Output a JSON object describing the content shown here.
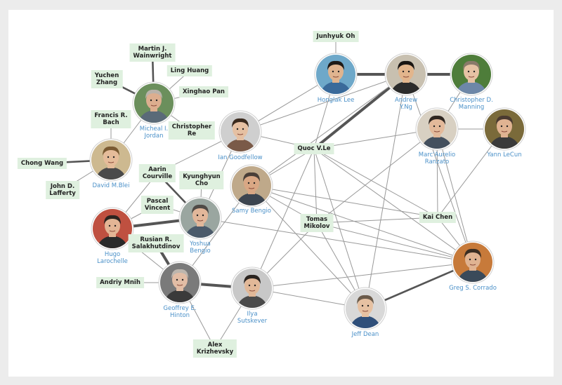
{
  "people": [
    {
      "id": "honglak",
      "name": "Honglak Lee",
      "skin": "#e0b48f",
      "hair": "#1e1a17",
      "bg": "#6ea8c9",
      "shirt": "#3a6a9a"
    },
    {
      "id": "ng",
      "name": "Andrew\nY.Ng",
      "skin": "#e2b58c",
      "hair": "#191512",
      "bg": "#c8c0b0",
      "shirt": "#2b2b2b"
    },
    {
      "id": "manning",
      "name": "Christopher D.\nManning",
      "skin": "#e6c2a4",
      "hair": "#8a7a6a",
      "bg": "#4e7d3a",
      "shirt": "#6d87a8"
    },
    {
      "id": "jordan",
      "name": "Micheal I.\nJordan",
      "skin": "#dcae8f",
      "hair": "#b9b3aa",
      "bg": "#6b8f5c",
      "shirt": "#5a6a78"
    },
    {
      "id": "goodfellow",
      "name": "Ian Goodfellow",
      "skin": "#e5c0a2",
      "hair": "#3a2a1e",
      "bg": "#cfcfcf",
      "shirt": "#7a5a48"
    },
    {
      "id": "ranzato",
      "name": "Marc'Aurelio\nRanzato",
      "skin": "#e3b99a",
      "hair": "#2f2620",
      "bg": "#d8d0c2",
      "shirt": "#44505e"
    },
    {
      "id": "lecun",
      "name": "Yann LeCun",
      "skin": "#e0b392",
      "hair": "#4a3a30",
      "bg": "#7a6a3a",
      "shirt": "#3a3a3a"
    },
    {
      "id": "blei",
      "name": "David M.Blei",
      "skin": "#e5bc9a",
      "hair": "#7a5a32",
      "bg": "#cdb990",
      "shirt": "#4a4a4a"
    },
    {
      "id": "samy",
      "name": "Samy Bengio",
      "skin": "#d9a784",
      "hair": "#4a3f38",
      "bg": "#bfa98a",
      "shirt": "#3c4550"
    },
    {
      "id": "yoshua",
      "name": "Yoshua\nBengio",
      "skin": "#e2b79a",
      "hair": "#4f4a46",
      "bg": "#9aa6a0",
      "shirt": "#4b5a6a"
    },
    {
      "id": "larochelle",
      "name": "Hugo\nLarochelle",
      "skin": "#e3b595",
      "hair": "#2c2420",
      "bg": "#bf5040",
      "shirt": "#2a2a2a"
    },
    {
      "id": "corrado",
      "name": "Greg S. Corrado",
      "skin": "#e0b391",
      "hair": "#3a2d22",
      "bg": "#c77a3a",
      "shirt": "#3a4a5a"
    },
    {
      "id": "hinton",
      "name": "Geoffrey E.\nHinton",
      "skin": "#e2bda5",
      "hair": "#bdb6ae",
      "bg": "#7a7a7a",
      "shirt": "#3a3a3a"
    },
    {
      "id": "sutskever",
      "name": "Ilya\nSutskever",
      "skin": "#e1b898",
      "hair": "#2a2420",
      "bg": "#c8c8c8",
      "shirt": "#4a4a4a"
    },
    {
      "id": "dean",
      "name": "Jeff Dean",
      "skin": "#e6c1a2",
      "hair": "#6a5a4a",
      "bg": "#d8d8d8",
      "shirt": "#2f4f7a"
    }
  ],
  "tags": [
    {
      "id": "junhyuk",
      "label": "Junhyuk Oh"
    },
    {
      "id": "wainwright",
      "label": "Martin J.\nWainwright"
    },
    {
      "id": "zhang",
      "label": "Yuchen\nZhang"
    },
    {
      "id": "lhuang",
      "label": "Ling Huang"
    },
    {
      "id": "xpan",
      "label": "Xinghao Pan"
    },
    {
      "id": "bach",
      "label": "Francis R.\nBach"
    },
    {
      "id": "re",
      "label": "Christopher\nRe"
    },
    {
      "id": "cwang",
      "label": "Chong Wang"
    },
    {
      "id": "lafferty",
      "label": "John D.\nLafferty"
    },
    {
      "id": "quocle",
      "label": "Quoc V.Le"
    },
    {
      "id": "courville",
      "label": "Aarin\nCourville"
    },
    {
      "id": "cho",
      "label": "Kyunghyun\nCho"
    },
    {
      "id": "vincent",
      "label": "Pascal\nVincent"
    },
    {
      "id": "mikolov",
      "label": "Tomas\nMikolov"
    },
    {
      "id": "kchen",
      "label": "Kai Chen"
    },
    {
      "id": "salakh",
      "label": "Rusian R.\nSalakhutdinov"
    },
    {
      "id": "mnih",
      "label": "Andriy Mnih"
    },
    {
      "id": "krizhevsky",
      "label": "Alex\nKrizhevsky"
    }
  ],
  "edges": [
    [
      "honglak",
      "junhyuk",
      1
    ],
    [
      "honglak",
      "ng",
      3
    ],
    [
      "ng",
      "manning",
      3
    ],
    [
      "honglak",
      "goodfellow",
      1
    ],
    [
      "ng",
      "goodfellow",
      1
    ],
    [
      "ng",
      "quocle",
      3
    ],
    [
      "ng",
      "samy",
      1
    ],
    [
      "ng",
      "dean",
      1
    ],
    [
      "ng",
      "corrado",
      1
    ],
    [
      "honglak",
      "quocle",
      1
    ],
    [
      "manning",
      "ranzato",
      1
    ],
    [
      "ranzato",
      "lecun",
      1
    ],
    [
      "ranzato",
      "quocle",
      1
    ],
    [
      "ranzato",
      "corrado",
      1
    ],
    [
      "ranzato",
      "mikolov",
      1
    ],
    [
      "ranzato",
      "kchen",
      1
    ],
    [
      "lecun",
      "kchen",
      1
    ],
    [
      "goodfellow",
      "quocle",
      1
    ],
    [
      "goodfellow",
      "courville",
      1
    ],
    [
      "goodfellow",
      "yoshua",
      1
    ],
    [
      "quocle",
      "samy",
      1
    ],
    [
      "quocle",
      "mikolov",
      1
    ],
    [
      "quocle",
      "dean",
      1
    ],
    [
      "quocle",
      "corrado",
      1
    ],
    [
      "quocle",
      "kchen",
      1
    ],
    [
      "quocle",
      "sutskever",
      1
    ],
    [
      "jordan",
      "wainwright",
      2
    ],
    [
      "jordan",
      "zhang",
      2
    ],
    [
      "jordan",
      "lhuang",
      1
    ],
    [
      "jordan",
      "xpan",
      1
    ],
    [
      "jordan",
      "re",
      1
    ],
    [
      "jordan",
      "blei",
      1
    ],
    [
      "blei",
      "bach",
      1
    ],
    [
      "blei",
      "cwang",
      2
    ],
    [
      "blei",
      "lafferty",
      1
    ],
    [
      "courville",
      "yoshua",
      2
    ],
    [
      "courville",
      "larochelle",
      1
    ],
    [
      "cho",
      "yoshua",
      1
    ],
    [
      "vincent",
      "yoshua",
      1
    ],
    [
      "vincent",
      "larochelle",
      1
    ],
    [
      "yoshua",
      "larochelle",
      3
    ],
    [
      "yoshua",
      "corrado",
      1
    ],
    [
      "larochelle",
      "hinton",
      1
    ],
    [
      "larochelle",
      "salakh",
      1
    ],
    [
      "salakh",
      "hinton",
      3
    ],
    [
      "mnih",
      "hinton",
      1
    ],
    [
      "hinton",
      "sutskever",
      3
    ],
    [
      "hinton",
      "krizhevsky",
      1
    ],
    [
      "sutskever",
      "krizhevsky",
      1
    ],
    [
      "sutskever",
      "dean",
      1
    ],
    [
      "sutskever",
      "corrado",
      1
    ],
    [
      "sutskever",
      "mikolov",
      1
    ],
    [
      "samy",
      "mikolov",
      1
    ],
    [
      "samy",
      "kchen",
      1
    ],
    [
      "samy",
      "corrado",
      1
    ],
    [
      "samy",
      "dean",
      1
    ],
    [
      "mikolov",
      "kchen",
      1
    ],
    [
      "mikolov",
      "dean",
      1
    ],
    [
      "mikolov",
      "corrado",
      1
    ],
    [
      "kchen",
      "corrado",
      1
    ],
    [
      "dean",
      "corrado",
      2
    ],
    [
      "hinton",
      "samy",
      1
    ]
  ]
}
